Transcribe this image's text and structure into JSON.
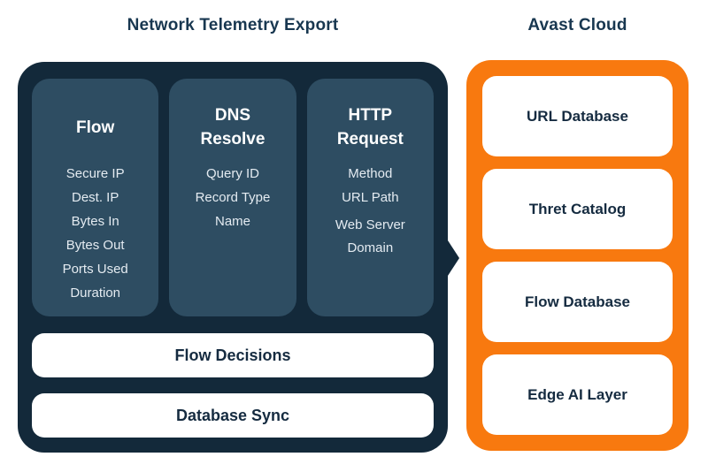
{
  "colors": {
    "panel_dark": "#13293a",
    "panel_inner": "#2e4d62",
    "panel_orange": "#f8790f",
    "box_white": "#ffffff",
    "title_text": "#183750",
    "item_text": "#e4ebf1",
    "label_text": "#152b40"
  },
  "left": {
    "title": "Network Telemetry Export",
    "columns": [
      {
        "title": "Flow",
        "items": [
          "Secure IP",
          "Dest. IP",
          "Bytes In",
          "Bytes Out",
          "Ports Used",
          "Duration"
        ]
      },
      {
        "title": "DNS Resolve",
        "items": [
          "Query ID",
          "Record Type",
          "Name"
        ]
      },
      {
        "title": "HTTP Request",
        "items": [
          "Method",
          "URL Path",
          "Web Server Domain"
        ]
      }
    ],
    "bars": [
      {
        "label": "Flow Decisions"
      },
      {
        "label": "Database Sync"
      }
    ]
  },
  "right": {
    "title": "Avast Cloud",
    "boxes": [
      {
        "label": "URL Database"
      },
      {
        "label": "Thret Catalog"
      },
      {
        "label": "Flow Database"
      },
      {
        "label": "Edge AI Layer"
      }
    ]
  }
}
